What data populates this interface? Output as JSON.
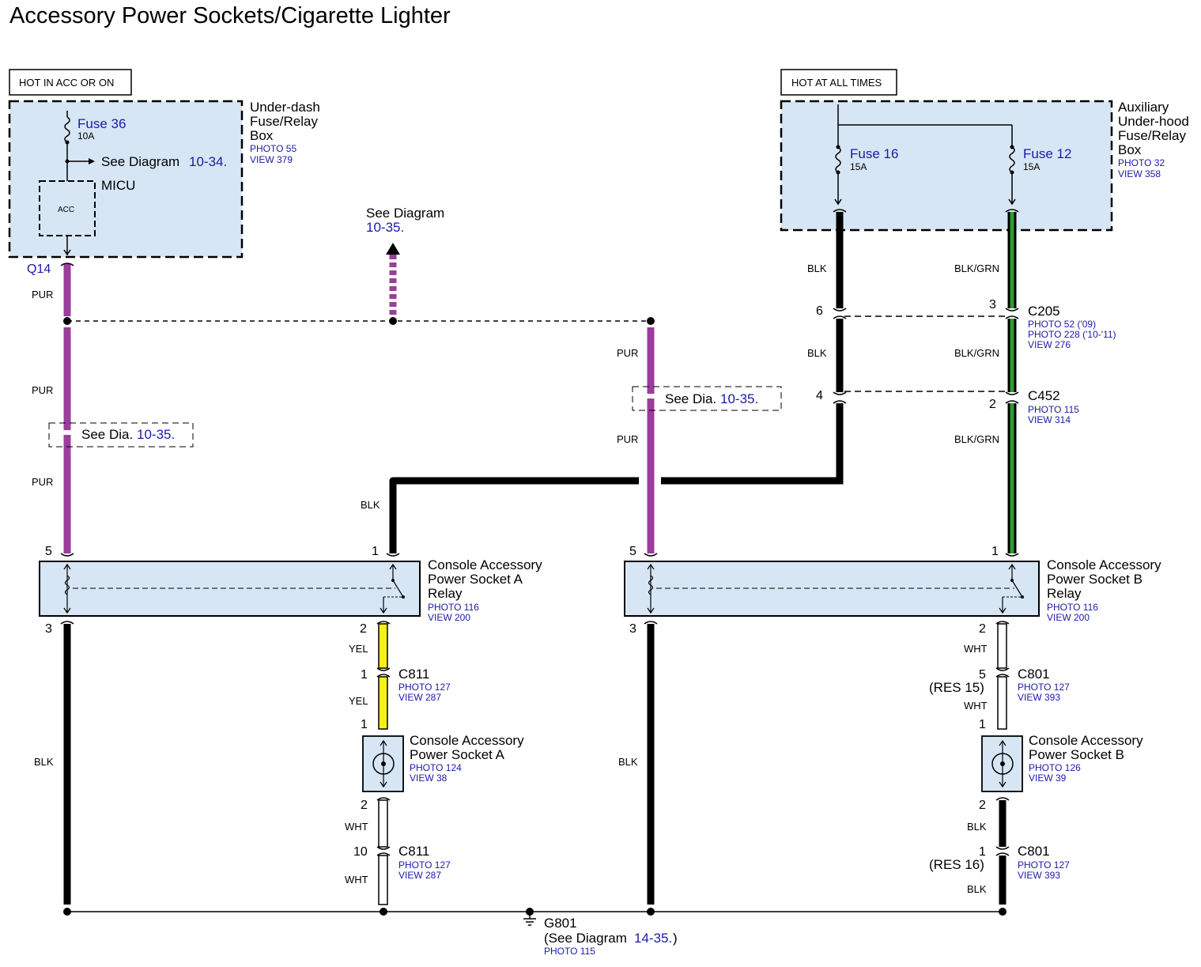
{
  "title": "Accessory Power Sockets/Cigarette Lighter",
  "hot_labels": {
    "acc": "HOT IN ACC OR ON",
    "always": "HOT AT ALL TIMES"
  },
  "underdash_box": {
    "name_l1": "Under-dash",
    "name_l2": "Fuse/Relay",
    "name_l3": "Box",
    "photo": "PHOTO 55",
    "view": "VIEW 379",
    "fuse_name": "Fuse 36",
    "fuse_rating": "10A",
    "see_text": "See Diagram",
    "see_ref": "10-34.",
    "micu": "MICU",
    "acc": "ACC"
  },
  "aux_box": {
    "name_l1": "Auxiliary",
    "name_l2": "Under-hood",
    "name_l3": "Fuse/Relay",
    "name_l4": "Box",
    "photo": "PHOTO 32",
    "view": "VIEW 358",
    "fuse16_name": "Fuse 16",
    "fuse16_rating": "15A",
    "fuse12_name": "Fuse 12",
    "fuse12_rating": "15A"
  },
  "q14": "Q14",
  "see_diagram_up": {
    "text": "See Diagram",
    "ref": "10-35."
  },
  "see_dia_left": {
    "text": "See Dia.",
    "ref": "10-35."
  },
  "see_dia_mid": {
    "text": "See Dia.",
    "ref": "10-35."
  },
  "wire_colors": {
    "pur": "PUR",
    "blk": "BLK",
    "blkgrn": "BLK/GRN",
    "yel": "YEL",
    "wht": "WHT"
  },
  "c205": {
    "name": "C205",
    "photo1": "PHOTO 52 ('09)",
    "photo2": "PHOTO 228 ('10-'11)",
    "view": "VIEW 276",
    "pin_left": "6",
    "pin_right": "3"
  },
  "c452": {
    "name": "C452",
    "photo": "PHOTO 115",
    "view": "VIEW 314",
    "pin_left": "4",
    "pin_right": "2"
  },
  "relay_a": {
    "name_l1": "Console Accessory",
    "name_l2": "Power Socket A",
    "name_l3": "Relay",
    "photo": "PHOTO 116",
    "view": "VIEW 200",
    "pin5": "5",
    "pin1": "1",
    "pin3": "3",
    "pin2": "2"
  },
  "relay_b": {
    "name_l1": "Console Accessory",
    "name_l2": "Power Socket B",
    "name_l3": "Relay",
    "photo": "PHOTO 116",
    "view": "VIEW 200",
    "pin5": "5",
    "pin1": "1",
    "pin3": "3",
    "pin2": "2"
  },
  "c811_top": {
    "name": "C811",
    "photo": "PHOTO 127",
    "view": "VIEW 287",
    "pin": "1"
  },
  "c811_bottom": {
    "name": "C811",
    "photo": "PHOTO 127",
    "view": "VIEW 287",
    "pin": "10"
  },
  "socket_a": {
    "name_l1": "Console Accessory",
    "name_l2": "Power Socket A",
    "photo": "PHOTO 124",
    "view": "VIEW 38",
    "pin1": "1",
    "pin2": "2"
  },
  "c801_top": {
    "name": "C801",
    "photo": "PHOTO 127",
    "view": "VIEW 393",
    "pin": "5",
    "res": "(RES 15)"
  },
  "c801_bottom": {
    "name": "C801",
    "photo": "PHOTO 127",
    "view": "VIEW 393",
    "pin": "1",
    "res": "(RES 16)"
  },
  "socket_b": {
    "name_l1": "Console Accessory",
    "name_l2": "Power Socket B",
    "photo": "PHOTO 126",
    "view": "VIEW 39",
    "pin1": "1",
    "pin2": "2"
  },
  "ground": {
    "name": "G801",
    "see_open": "(See Diagram",
    "see_ref": "14-35.",
    "see_close": ")",
    "photo": "PHOTO 115"
  },
  "colors": {
    "box_fill": "#d7e6f4",
    "pur": "#9b3d9b",
    "grn": "#2e9b2e",
    "yel": "#f4f01a",
    "link": "#1a1aa8"
  }
}
